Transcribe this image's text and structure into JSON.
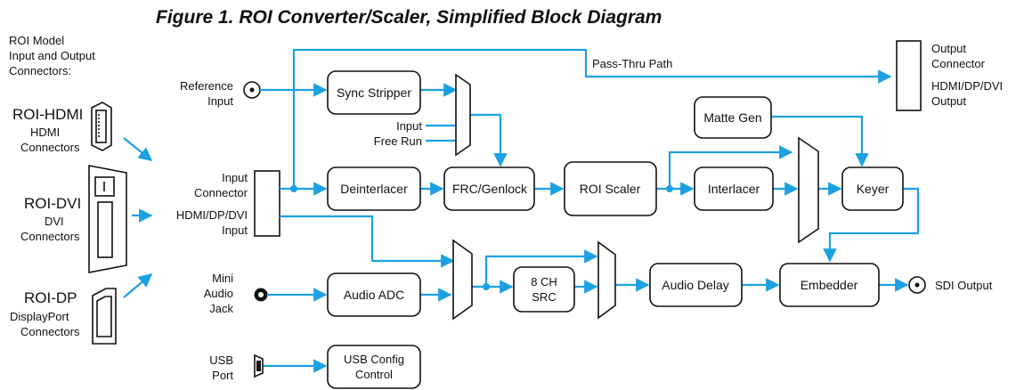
{
  "title": "Figure 1. ROI Converter/Scaler, Simplified Block Diagram",
  "colors": {
    "signal_line": "#1ba1e2",
    "outline": "#111111",
    "background": "#ffffff"
  },
  "connectors": {
    "header": [
      "ROI Model",
      "Input and Output",
      "Connectors:"
    ],
    "hdmi": {
      "model": "ROI-HDMI",
      "desc": [
        "HDMI",
        "Connectors"
      ],
      "icon": "hdmi-connector-icon"
    },
    "dvi": {
      "model": "ROI-DVI",
      "desc": [
        "DVI",
        "Connectors"
      ],
      "icon": "dvi-connector-icon"
    },
    "dp": {
      "model": "ROI-DP",
      "desc": [
        "DisplayPort",
        "Connectors"
      ],
      "icon": "displayport-connector-icon"
    }
  },
  "inputs": {
    "reference": [
      "Reference",
      "Input"
    ],
    "input_connector": [
      "Input",
      "Connector",
      "HDMI/DP/DVI",
      "Input"
    ],
    "mini_audio": [
      "Mini",
      "Audio",
      "Jack"
    ],
    "usb": [
      "USB",
      "Port"
    ],
    "mux_input": "Input",
    "mux_free_run": "Free Run"
  },
  "blocks": {
    "sync_stripper": "Sync Stripper",
    "deinterlacer": "Deinterlacer",
    "frc_genlock": "FRC/Genlock",
    "roi_scaler": "ROI Scaler",
    "matte_gen": "Matte Gen",
    "interlacer": "Interlacer",
    "keyer": "Keyer",
    "audio_adc": "Audio ADC",
    "src": [
      "8 CH",
      "SRC"
    ],
    "audio_delay": "Audio Delay",
    "embedder": "Embedder",
    "usb_config": [
      "USB Config",
      "Control"
    ]
  },
  "outputs": {
    "pass_thru": "Pass-Thru Path",
    "output_connector": [
      "Output",
      "Connector",
      "HDMI/DP/DVI",
      "Output"
    ],
    "sdi": "SDI Output"
  }
}
